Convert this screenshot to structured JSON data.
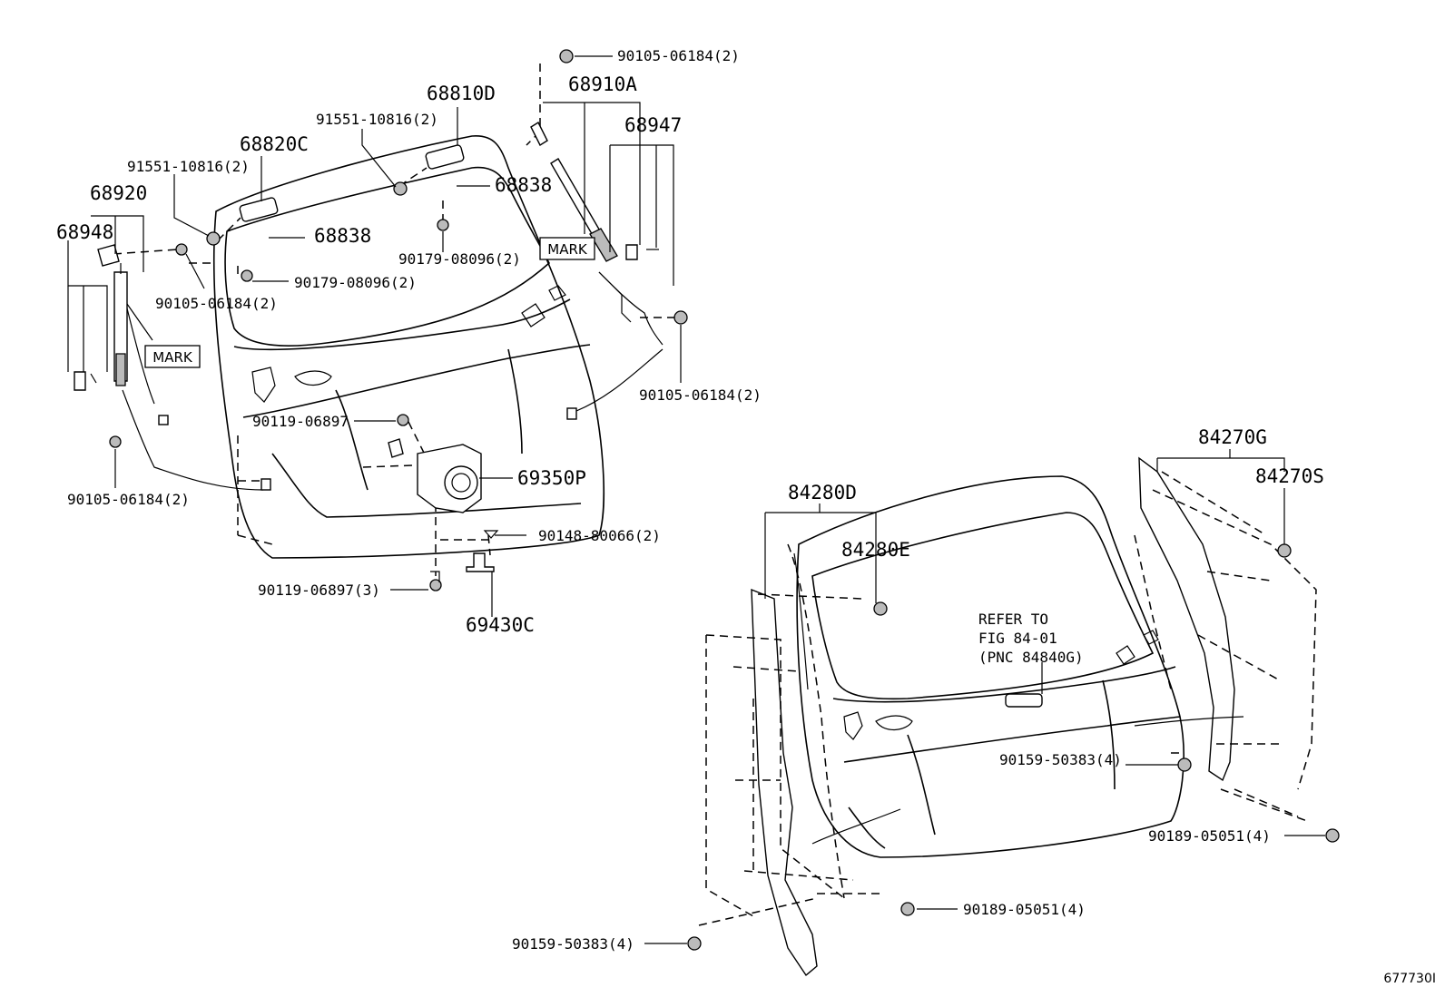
{
  "diagram": {
    "labels": {
      "p90105_top": "90105-06184(2)",
      "p68910A": "68910A",
      "p68810D": "68810D",
      "p91551_top": "91551-10816(2)",
      "p68947": "68947",
      "p68820C": "68820C",
      "p91551_left": "91551-10816(2)",
      "p68838_a": "68838",
      "p68920": "68920",
      "p68948": "68948",
      "p68838_b": "68838",
      "p90179_a": "90179-08096(2)",
      "p90179_b": "90179-08096(2)",
      "p90105_left": "90105-06184(2)",
      "p90105_right": "90105-06184(2)",
      "p90119_a": "90119-06897",
      "p69350P": "69350P",
      "p90105_bottom": "90105-06184(2)",
      "p90148": "90148-80066(2)",
      "p90119_b": "90119-06897(3)",
      "p69430C": "69430C",
      "p84270G": "84270G",
      "p84270S": "84270S",
      "p84280D": "84280D",
      "p84280E": "84280E",
      "p90159_a": "90159-50383(4)",
      "p90189_a": "90189-05051(4)",
      "p90189_b": "90189-05051(4)",
      "p90159_b": "90159-50383(4)"
    },
    "mark_labels": {
      "upper": "MARK",
      "left": "MARK"
    },
    "refer_note": {
      "line1": "REFER TO",
      "line2": "FIG 84-01",
      "line3": "(PNC 84840G)"
    },
    "figure_id": "677730I"
  }
}
